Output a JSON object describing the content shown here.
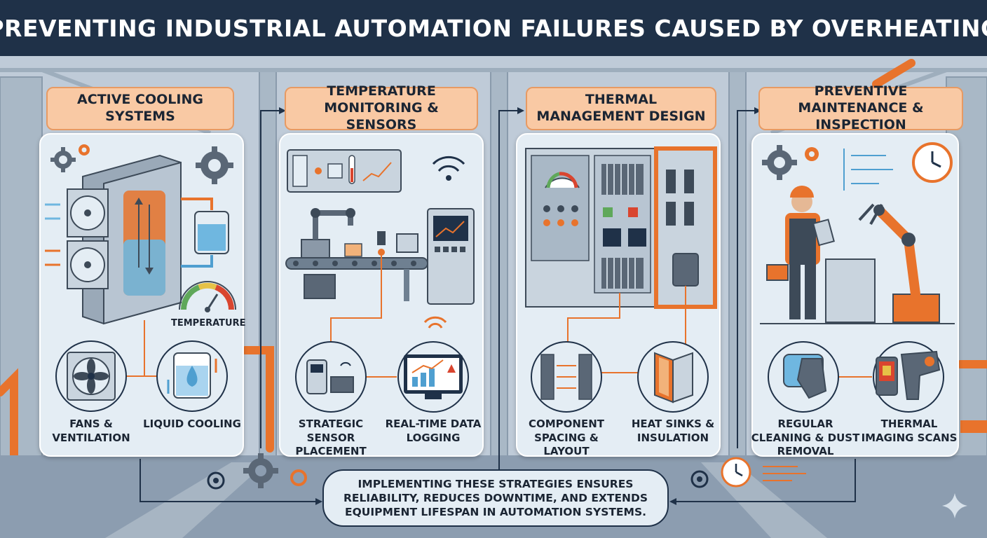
{
  "title": "PREVENTING INDUSTRIAL AUTOMATION FAILURES CAUSED BY OVERHEATING",
  "sections": [
    {
      "title": "ACTIVE COOLING SYSTEMS",
      "inner_label": "TEMPERATURE",
      "items": [
        {
          "label": "FANS & VENTILATION",
          "icon": "fan-icon"
        },
        {
          "label": "LIQUID COOLING",
          "icon": "liquid-cooling-icon"
        }
      ]
    },
    {
      "title": "TEMPERATURE MONITORING & SENSORS",
      "items": [
        {
          "label": "STRATEGIC SENSOR PLACEMENT",
          "icon": "sensor-icon"
        },
        {
          "label": "REAL-TIME DATA LOGGING",
          "icon": "monitor-chart-icon"
        }
      ]
    },
    {
      "title": "THERMAL MANAGEMENT DESIGN",
      "items": [
        {
          "label": "COMPONENT SPACING & LAYOUT",
          "icon": "component-spacing-icon"
        },
        {
          "label": "HEAT SINKS & INSULATION",
          "icon": "insulation-icon"
        }
      ]
    },
    {
      "title": "PREVENTIVE MAINTENANCE & INSPECTION",
      "items": [
        {
          "label": "REGULAR CLEANING & DUST REMOVAL",
          "icon": "cleaning-glove-icon"
        },
        {
          "label": "THERMAL IMAGING SCANS",
          "icon": "thermal-camera-icon"
        }
      ]
    }
  ],
  "footer": "IMPLEMENTING THESE STRATEGIES ENSURES RELIABILITY, REDUCES DOWNTIME, AND EXTENDS EQUIPMENT LIFESPAN IN AUTOMATION SYSTEMS.",
  "colors": {
    "navy": "#1f3148",
    "orange": "#e8732c",
    "label_fill": "#f9c9a4",
    "panel_fill": "#e4edf4",
    "steel": "#6f8091",
    "water": "#6fb7e0"
  }
}
